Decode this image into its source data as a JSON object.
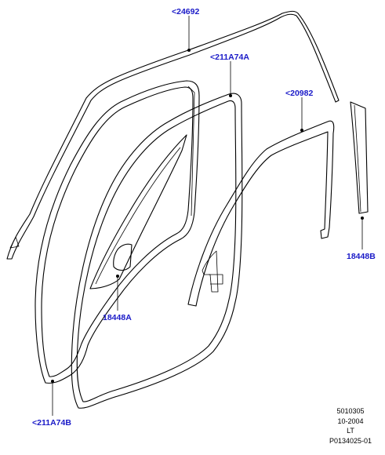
{
  "labels": {
    "roof_seal": "<24692",
    "door_seal_upper": "<211A74A",
    "door_seal_lower": "<211A74B",
    "glass_run": "<20982",
    "moulding_left": "18448A",
    "moulding_right": "18448B"
  },
  "footer": {
    "line1": "5010305",
    "line2": "10-2004",
    "line3": "LT",
    "line4": "P0134025-01"
  },
  "colors": {
    "label": "#1a1ac8",
    "line": "#000000",
    "background": "#ffffff"
  }
}
